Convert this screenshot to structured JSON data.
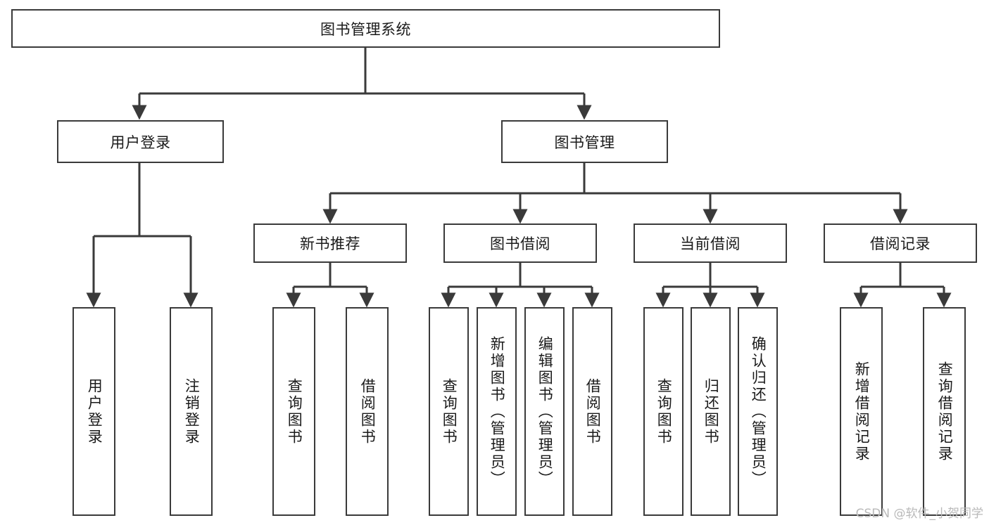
{
  "diagram": {
    "title": "图书管理系统",
    "type": "tree-hierarchy-diagram",
    "watermark": "CSDN @软件_小贺同学",
    "colors": {
      "stroke": "#3a3a3a",
      "fill": "#ffffff",
      "text": "#1a1a1a",
      "watermark": "#b9b9b9"
    },
    "levels": {
      "root": {
        "label": "图书管理系统"
      },
      "level2": [
        {
          "label": "用户登录"
        },
        {
          "label": "图书管理"
        }
      ],
      "level3": [
        {
          "label": "新书推荐"
        },
        {
          "label": "图书借阅"
        },
        {
          "label": "当前借阅"
        },
        {
          "label": "借阅记录"
        }
      ],
      "leaves": [
        {
          "label": "用户登录",
          "parent": "用户登录"
        },
        {
          "label": "注销登录",
          "parent": "用户登录"
        },
        {
          "label": "查询图书",
          "parent": "新书推荐"
        },
        {
          "label": "借阅图书",
          "parent": "新书推荐"
        },
        {
          "label": "查询图书",
          "parent": "图书借阅"
        },
        {
          "label": "新增图书（管理员）",
          "parent": "图书借阅"
        },
        {
          "label": "编辑图书（管理员）",
          "parent": "图书借阅"
        },
        {
          "label": "借阅图书",
          "parent": "图书借阅"
        },
        {
          "label": "查询图书",
          "parent": "当前借阅"
        },
        {
          "label": "归还图书",
          "parent": "当前借阅"
        },
        {
          "label": "确认归还（管理员）",
          "parent": "当前借阅"
        },
        {
          "label": "新增借阅记录",
          "parent": "借阅记录"
        },
        {
          "label": "查询借阅记录",
          "parent": "借阅记录"
        }
      ]
    }
  }
}
